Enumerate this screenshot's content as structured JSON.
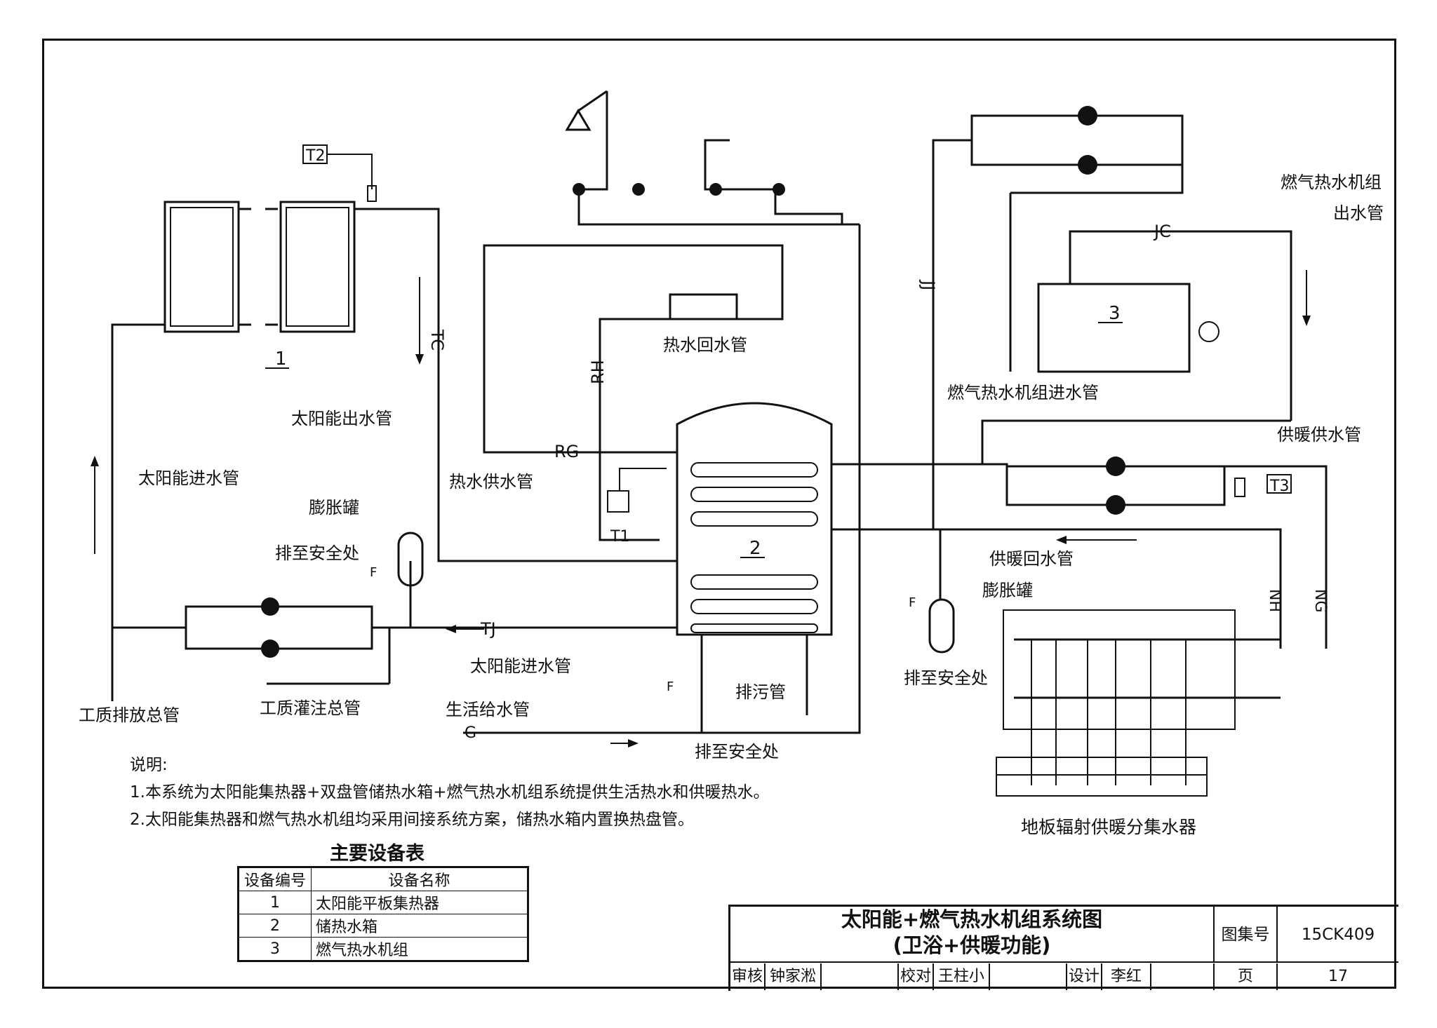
{
  "labels": {
    "t2": "T2",
    "t1": "T1",
    "t3": "T3",
    "tc": "TC",
    "rh": "RH",
    "rg": "RG",
    "tj": "TJ",
    "jj": "JJ",
    "jc": "JC",
    "nh": "NH",
    "ng": "NG",
    "g": "G",
    "f1": "F",
    "f2": "F",
    "f3": "F",
    "eq1": "1",
    "eq2": "2",
    "eq3": "3",
    "solar_out": "太阳能出水管",
    "solar_in": "太阳能进水管",
    "solar_in2": "太阳能进水管",
    "expansion_tank": "膨胀罐",
    "expansion_tank2": "膨胀罐",
    "drain_safe1": "排至安全处",
    "drain_safe2": "排至安全处",
    "drain_safe3": "排至安全处",
    "hot_return": "热水回水管",
    "hot_supply": "热水供水管",
    "gas_in": "燃气热水机组进水管",
    "gas_out_1": "燃气热水机组",
    "gas_out_2": "出水管",
    "heat_supply": "供暖供水管",
    "heat_return": "供暖回水管",
    "fluid_drain": "工质排放总管",
    "fluid_fill": "工质灌注总管",
    "domestic_water": "生活给水管",
    "sewage": "排污管",
    "floor_manifold": "地板辐射供暖分集水器"
  },
  "notes": {
    "heading": "说明:",
    "line1": "1.本系统为太阳能集热器+双盘管储热水箱+燃气热水机组系统提供生活热水和供暖热水。",
    "line2": "2.太阳能集热器和燃气热水机组均采用间接系统方案，储热水箱内置换热盘管。"
  },
  "equipment": {
    "title": "主要设备表",
    "col_no": "设备编号",
    "col_name": "设备名称",
    "rows": [
      {
        "no": "1",
        "name": "太阳能平板集热器"
      },
      {
        "no": "2",
        "name": "储热水箱"
      },
      {
        "no": "3",
        "name": "燃气热水机组"
      }
    ]
  },
  "title_block": {
    "title_line1": "太阳能+燃气热水机组系统图",
    "title_line2": "(卫浴+供暖功能)",
    "atlas_label": "图集号",
    "atlas_no": "15CK409",
    "review_label": "审核",
    "reviewer": "钟家淞",
    "check_label": "校对",
    "checker": "王柱小",
    "design_label": "设计",
    "designer": "李红",
    "page_label": "页",
    "page_no": "17"
  }
}
